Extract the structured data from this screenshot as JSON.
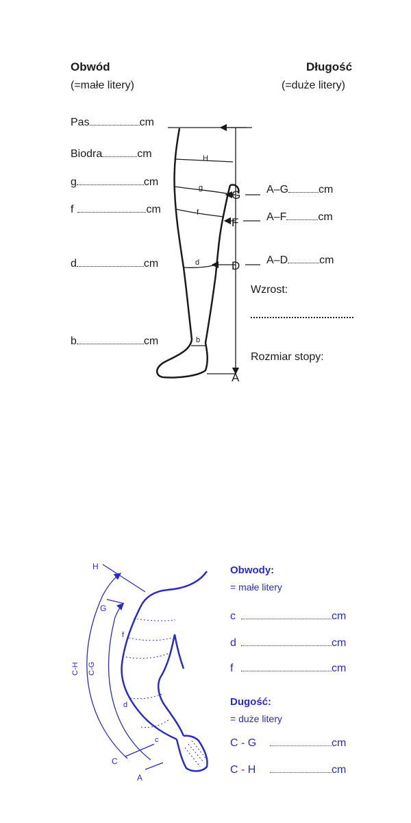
{
  "leg": {
    "circumference_title": "Obwód",
    "circumference_sub": "(=małe litery)",
    "length_title": "Długość",
    "length_sub": "(=duże litery)",
    "unit": "cm",
    "left_rows": [
      "Pas",
      "Biodra",
      "g",
      "f",
      "d",
      "b"
    ],
    "right_rows": [
      "A–G",
      "A–F",
      "A–D"
    ],
    "height_label": "Wzrost:",
    "foot_size_label": "Rozmiar stopy:",
    "diagram_letters": {
      "H": "H",
      "g": "g",
      "f": "f",
      "d": "d",
      "b": "b",
      "G": "G",
      "F": "F",
      "D": "D",
      "A": "A"
    }
  },
  "arm": {
    "circumference_title": "Obwody:",
    "circumference_sub": "= małe litery",
    "length_title": "Dugość:",
    "length_sub": "= duże litery",
    "unit": "cm",
    "circ_rows": [
      "c",
      "d",
      "f"
    ],
    "length_rows": [
      "C - G",
      "C - H"
    ],
    "diagram_letters": {
      "H": "H",
      "G": "G",
      "C": "C",
      "A": "A",
      "CH": "C-H",
      "CG": "C-G",
      "f": "f",
      "d": "d",
      "c": "c"
    }
  }
}
